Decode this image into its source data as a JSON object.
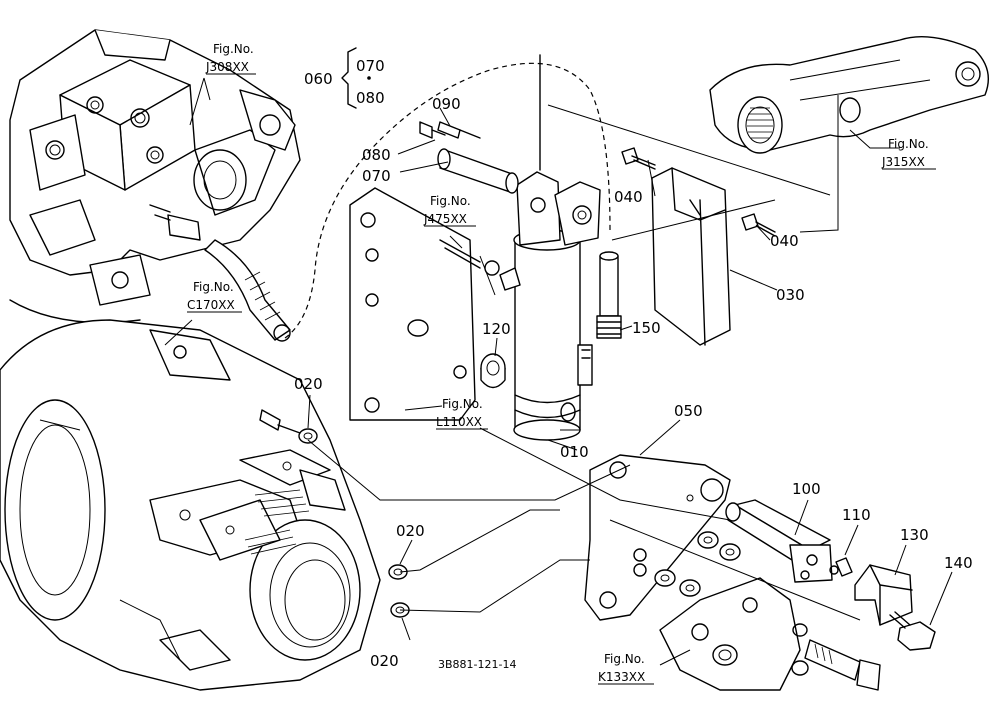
{
  "parts": {
    "p010": "010",
    "p020a": "020",
    "p020b": "020",
    "p020c": "020",
    "p030": "030",
    "p040a": "040",
    "p040b": "040",
    "p050": "050",
    "p060": "060",
    "p070a": "070",
    "p070b": "070",
    "p080a": "080",
    "p080b": "080",
    "p090": "090",
    "p100": "100",
    "p110": "110",
    "p120": "120",
    "p130": "130",
    "p140": "140",
    "p150": "150"
  },
  "fig_refs": {
    "label": "Fig.No.",
    "j308": "J308XX",
    "j315": "J315XX",
    "j475": "J475XX",
    "c170": "C170XX",
    "l110": "L110XX",
    "k133": "K133XX"
  },
  "caption": "3B881-121-14"
}
